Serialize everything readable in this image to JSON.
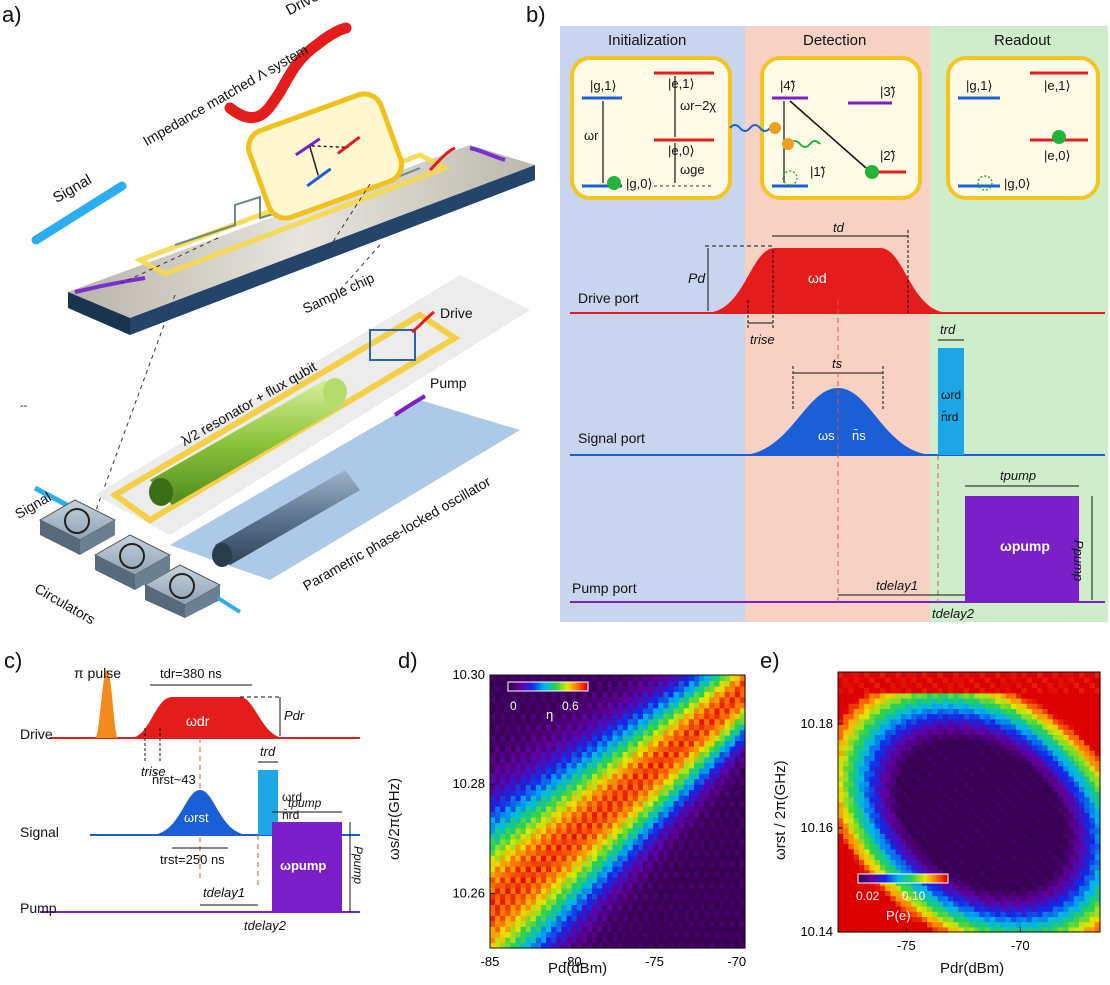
{
  "panels": {
    "a": "a)",
    "b": "b)",
    "c": "c)",
    "d": "d)",
    "e": "e)"
  },
  "a": {
    "signal_top": "Signal",
    "drive_top": "Drive",
    "lambda": "Impedance matched Λ system",
    "chip": "Sample chip",
    "resonator": "λ/2 resonator + flux qubit",
    "drive_mid": "Drive",
    "pump": "Pump",
    "oscillator": "Parametric phase-locked oscillator",
    "signal_bottom": "Signal",
    "circulators": "Circulators",
    "dash": "--"
  },
  "b": {
    "phases": [
      "Initialization",
      "Detection",
      "Readout"
    ],
    "init": {
      "g1": "|g,1⟩",
      "e1": "|e,1⟩",
      "wr2chi": "ωr−2χ",
      "wr": "ωr",
      "e0": "|e,0⟩",
      "wge": "ωge",
      "g0": "|g,0⟩"
    },
    "det": {
      "s4": "|4̃⟩",
      "s3": "|3̃⟩",
      "s2": "|2̃⟩",
      "s1": "|1̃⟩"
    },
    "read": {
      "g1": "|g,1⟩",
      "e1": "|e,1⟩",
      "e0": "|e,0⟩",
      "g0": "|g,0⟩"
    },
    "ports": {
      "drive": "Drive port",
      "signal": "Signal port",
      "pump": "Pump port"
    },
    "labels": {
      "td": "td",
      "Pd": "Pd",
      "wd": "ωd",
      "trise": "trise",
      "trd": "trd",
      "ts": "ts",
      "ws": "ωs",
      "ns": "n̄s",
      "wrd": "ωrd",
      "nrd": "n̄rd",
      "tpump": "tpump",
      "wpump": "ωpump",
      "Ppump": "Ppump",
      "tdelay1": "tdelay1",
      "tdelay2": "tdelay2"
    }
  },
  "c": {
    "pi": "π pulse",
    "tdr": "tdr=380 ns",
    "Pdr": "Pdr",
    "wdr": "ωdr",
    "trise": "trise",
    "trd": "trd",
    "nrst": "n̄rst~43",
    "wrst": "ωrst",
    "wrd": "ωrd",
    "nrd": "n̄rd",
    "trst": "trst=250 ns",
    "tpump": "tpump",
    "wpump": "ωpump",
    "Ppump": "Ppump",
    "tdelay1": "tdelay1",
    "tdelay2": "tdelay2",
    "rows": [
      "Drive",
      "Signal",
      "Pump"
    ]
  },
  "chart_data": [
    {
      "type": "heatmap",
      "panel": "d",
      "xlabel": "Pd(dBm)",
      "ylabel": "ωs/2π(GHz)",
      "x_ticks": [
        "-85",
        "-80",
        "-75",
        "-70"
      ],
      "y_ticks": [
        "10.26",
        "10.28",
        "10.30"
      ],
      "xlim": [
        -85,
        -69.5
      ],
      "ylim": [
        10.25,
        10.3
      ],
      "colorbar": {
        "label": "η",
        "ticks": [
          "0",
          "0.6"
        ],
        "range": [
          0,
          0.7
        ]
      }
    },
    {
      "type": "heatmap",
      "panel": "e",
      "xlabel": "Pdr(dBm)",
      "ylabel": "ωrst / 2π(GHz)",
      "x_ticks": [
        "-75",
        "-70"
      ],
      "y_ticks": [
        "10.14",
        "10.16",
        "10.18"
      ],
      "xlim": [
        -78,
        -66.5
      ],
      "ylim": [
        10.14,
        10.19
      ],
      "colorbar": {
        "label": "P(e)",
        "ticks": [
          "0.02",
          "0.10"
        ],
        "range": [
          0.02,
          0.14
        ]
      }
    }
  ],
  "colors": {
    "drive": "#e8191c",
    "signal": "#1a5fd6",
    "pump": "#7b1fc8",
    "readout": "#1da6e6",
    "init_bg": "#c7d3ef",
    "det_bg": "#f6cfc1",
    "read_bg": "#cdebc8"
  }
}
